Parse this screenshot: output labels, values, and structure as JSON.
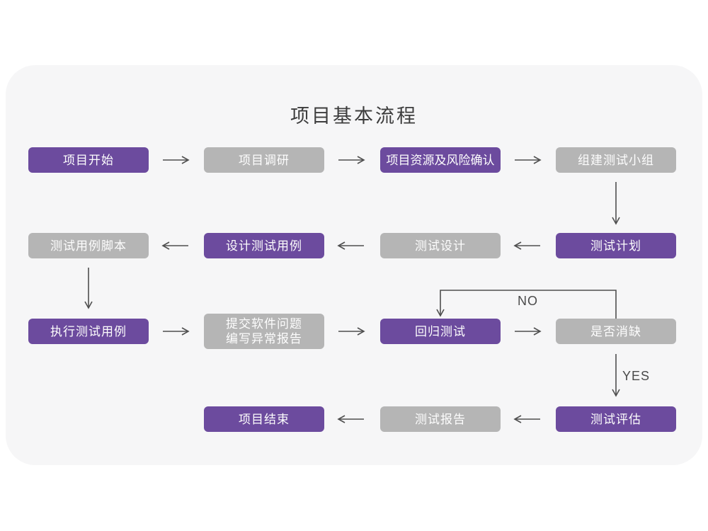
{
  "title": "项目基本流程",
  "decision_labels": {
    "no": "NO",
    "yes": "YES"
  },
  "colors": {
    "purple": "#6c4b9e",
    "gray": "#b5b5b5",
    "card_bg": "#f6f6f7",
    "page_bg": "#ffffff",
    "arrow": "#4f4f4f",
    "title_color": "#3d3d3d",
    "node_text": "#fdfdfd",
    "label_color": "#4a4a4a"
  },
  "nodes": {
    "start": {
      "label": "项目开始"
    },
    "research": {
      "label": "项目调研"
    },
    "risk": {
      "label": "项目资源及风险确认"
    },
    "team": {
      "label": "组建测试小组"
    },
    "plan": {
      "label": "测试计划"
    },
    "design": {
      "label": "测试设计"
    },
    "cases": {
      "label": "设计测试用例"
    },
    "script": {
      "label": "测试用例脚本"
    },
    "execute": {
      "label": "执行测试用例"
    },
    "submit": {
      "line1": "提交软件问题",
      "line2": "编写异常报告"
    },
    "regression": {
      "label": "回归测试"
    },
    "defect": {
      "label": "是否消缺"
    },
    "evaluate": {
      "label": "测试评估"
    },
    "report": {
      "label": "测试报告"
    },
    "end": {
      "label": "项目结束"
    }
  }
}
